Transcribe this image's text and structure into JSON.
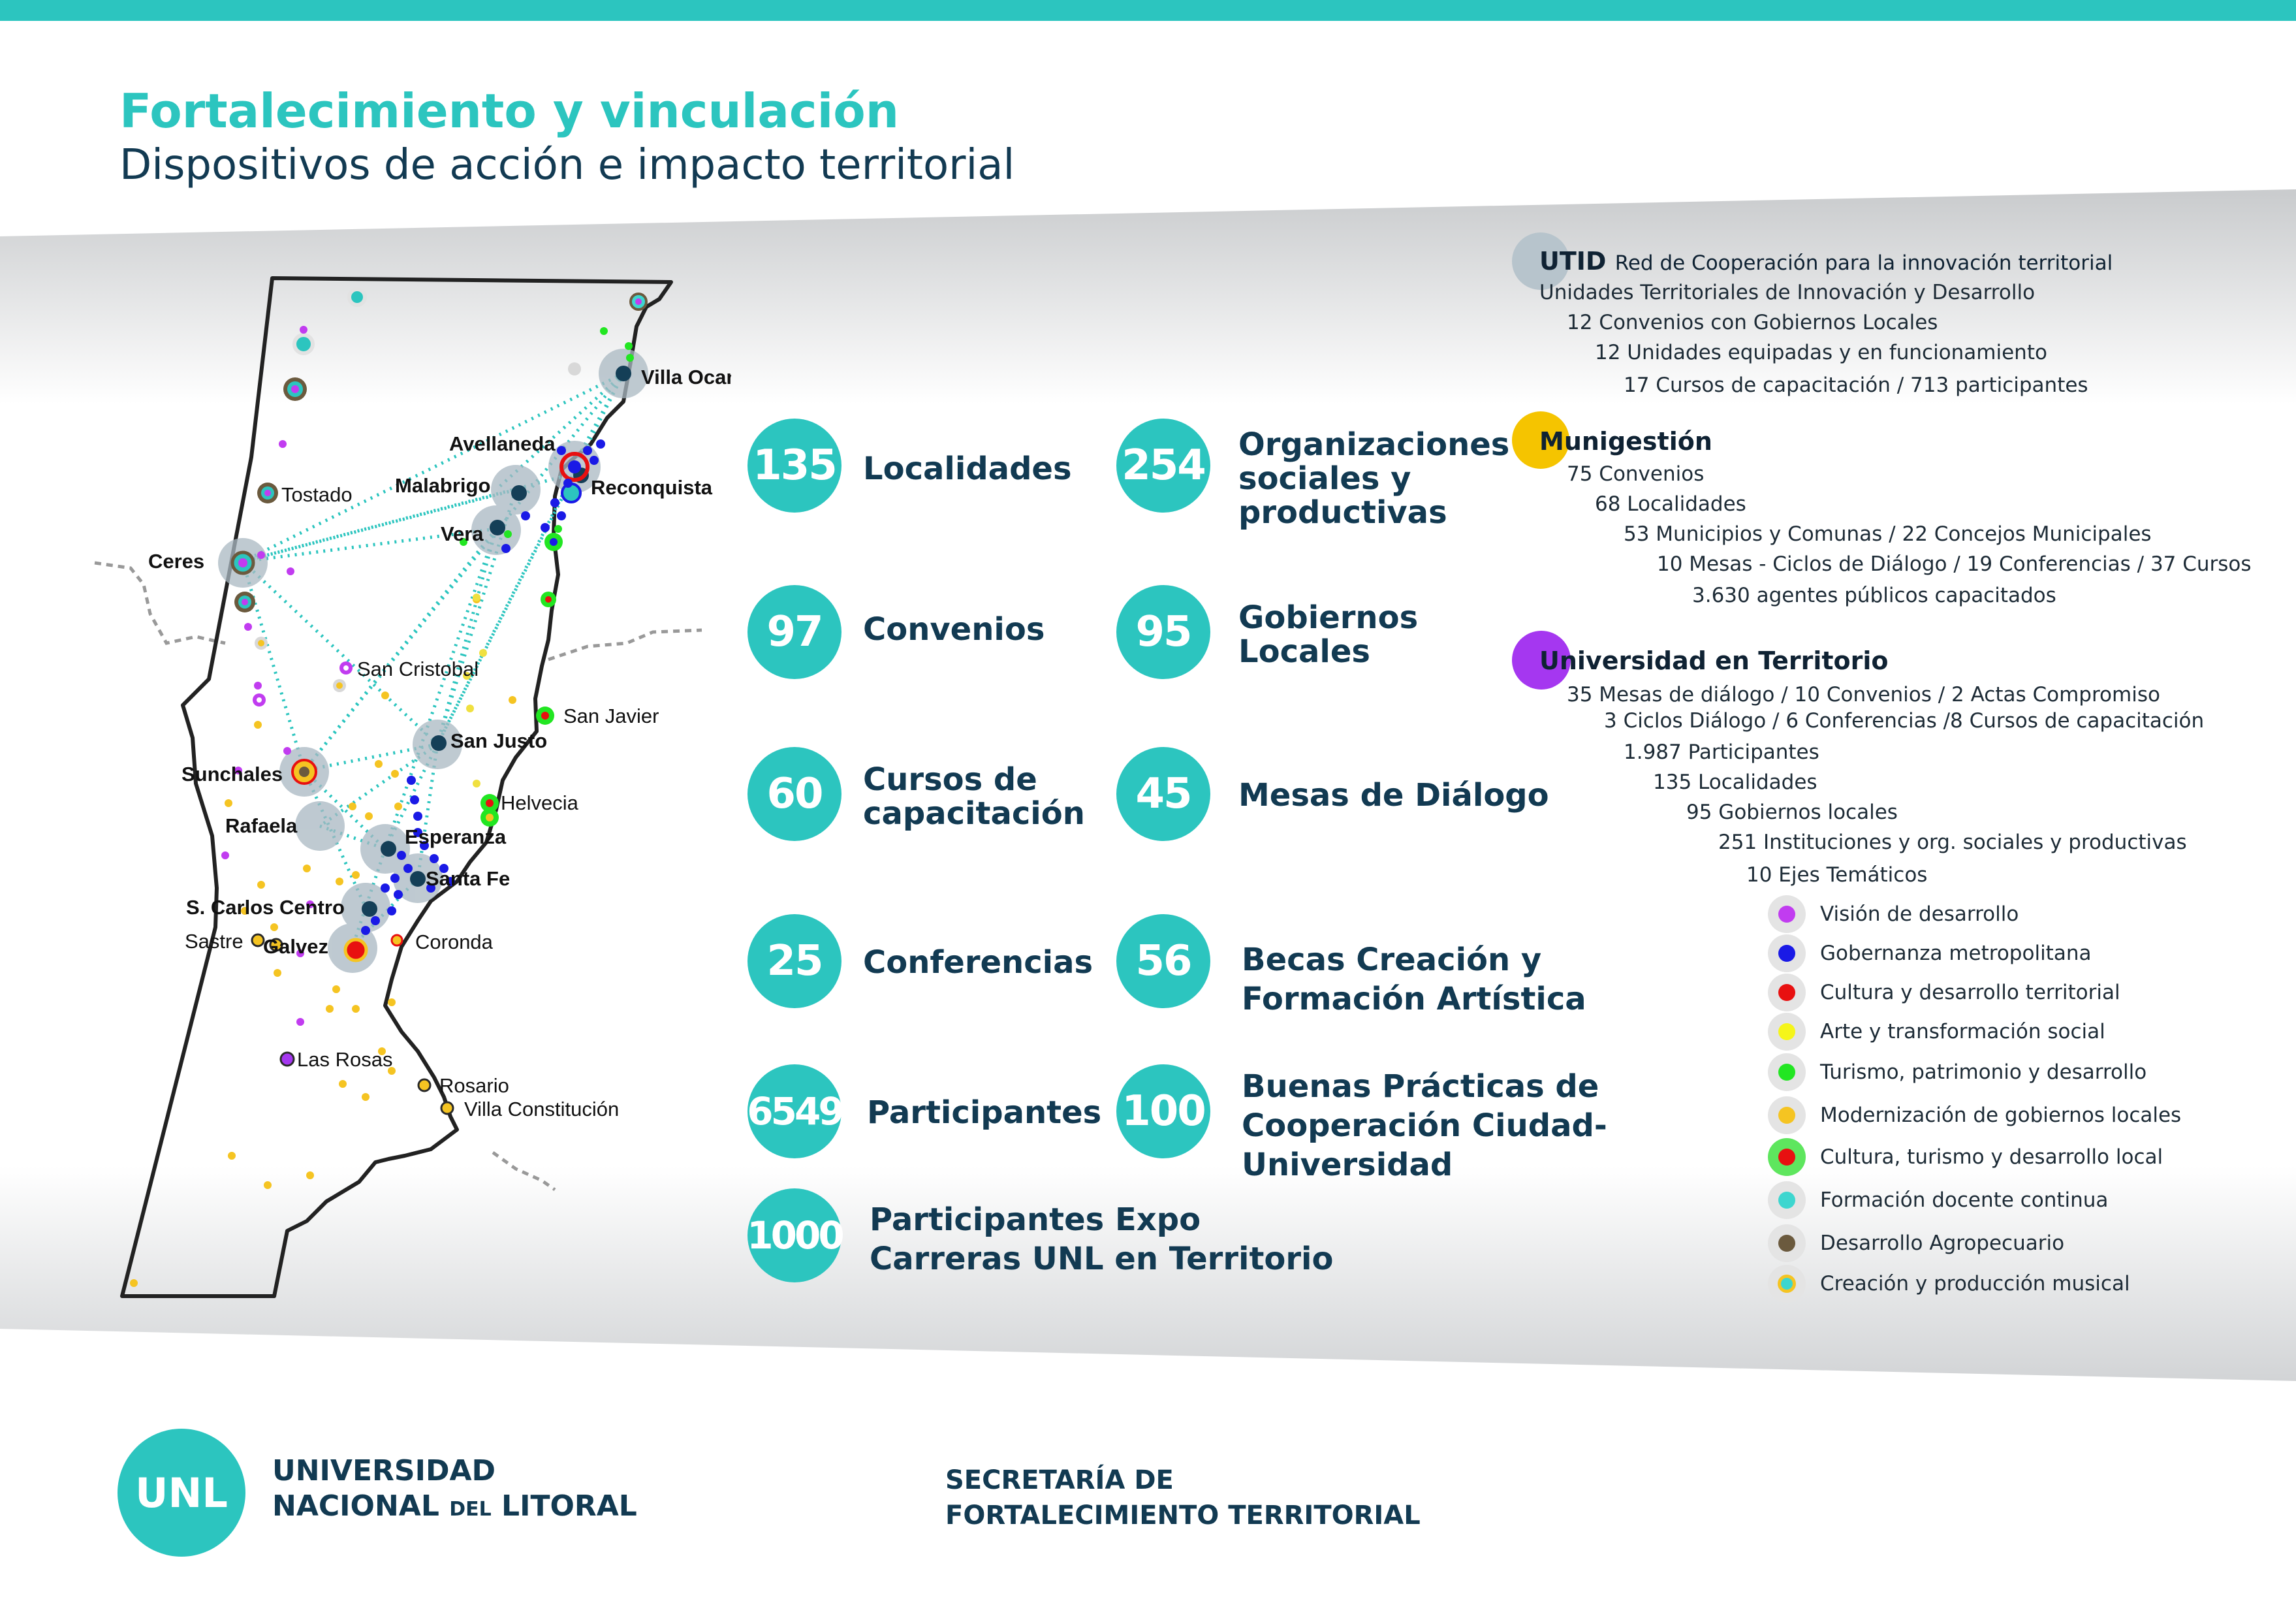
{
  "header": {
    "title": "Fortalecimiento y vinculación",
    "subtitle": "Dispositivos de acción e impacto territorial"
  },
  "colors": {
    "teal": "#2cc5bf",
    "navy": "#123a52",
    "utid_gray": "#b7c4cc",
    "munigestion_yellow": "#f5c400",
    "universidad_purple": "#a537f0"
  },
  "stats": [
    {
      "value": "135",
      "label": "Localidades"
    },
    {
      "value": "254",
      "label": "Organizaciones sociales y productivas"
    },
    {
      "value": "97",
      "label": "Convenios"
    },
    {
      "value": "95",
      "label": "Gobiernos Locales"
    },
    {
      "value": "60",
      "label": "Cursos de capacitación"
    },
    {
      "value": "45",
      "label": "Mesas de Diálogo"
    },
    {
      "value": "25",
      "label": "Conferencias"
    },
    {
      "value": "56",
      "label": "Becas Creación y Formación Artística"
    },
    {
      "value": "6549",
      "label": "Participantes"
    },
    {
      "value": "100",
      "label": "Buenas Prácticas de Cooperación Ciudad-Universidad"
    },
    {
      "value": "1000",
      "label": "Participantes Expo Carreras UNL en Territorio"
    }
  ],
  "utid": {
    "title": "UTID",
    "title_rest": "Red de Cooperación para la innovación territorial",
    "lines": [
      "Unidades Territoriales de Innovación y Desarrollo",
      "12 Convenios con Gobiernos Locales",
      "12 Unidades equipadas y en funcionamiento",
      "17 Cursos de capacitación / 713 participantes"
    ]
  },
  "munigestion": {
    "title": "Munigestión",
    "lines": [
      "75 Convenios",
      "68 Localidades",
      "53 Municipios y Comunas / 22 Concejos Municipales",
      "10 Mesas - Ciclos de Diálogo / 19 Conferencias / 37 Cursos",
      "3.630 agentes públicos capacitados"
    ]
  },
  "universidad": {
    "title": "Universidad en Territorio",
    "lines": [
      "35 Mesas de diálogo / 10 Convenios / 2 Actas Compromiso",
      "3 Ciclos Diálogo / 6  Conferencias /8 Cursos de capacitación",
      "1.987 Participantes",
      "135 Localidades",
      "95 Gobiernos locales",
      "251 Instituciones y org. sociales y productivas",
      "10 Ejes Temáticos"
    ]
  },
  "legend": [
    {
      "label": "Visión de desarrollo",
      "color": "#c13cf0"
    },
    {
      "label": "Gobernanza metropolitana",
      "color": "#1a1ae6"
    },
    {
      "label": "Cultura y desarrollo territorial",
      "color": "#e81010"
    },
    {
      "label": "Arte y transformación social",
      "color": "#f5f51a"
    },
    {
      "label": "Turismo, patrimonio y desarrollo",
      "color": "#22e622"
    },
    {
      "label": "Modernización de gobiernos locales",
      "color": "#f5c422"
    },
    {
      "label": "Cultura, turismo y desarrollo local",
      "color": "#e81010"
    },
    {
      "label": "Formación docente continua",
      "color": "#3dd6cf"
    },
    {
      "label": "Desarrollo Agropecuario",
      "color": "#6b5a3e"
    },
    {
      "label": "Creación y producción musical",
      "color": "#3dd6cf"
    }
  ],
  "map": {
    "hubs": [
      "Villa Ocampo",
      "Avellaneda",
      "Reconquista",
      "Malabrigo",
      "Vera",
      "Ceres",
      "San Justo",
      "Sunchales",
      "Rafaela",
      "Esperanza",
      "Santa Fe",
      "S. Carlos Centro",
      "Galvez"
    ],
    "towns": [
      "Tostado",
      "San Cristobal",
      "San Javier",
      "Helvecia",
      "Coronda",
      "Sastre",
      "Las Rosas",
      "Rosario",
      "Villa Constitución"
    ]
  },
  "footer": {
    "logo": "UNL",
    "university_line1": "UNIVERSIDAD",
    "university_line2_a": "NACIONAL",
    "university_line2_del": "DEL",
    "university_line2_b": "LITORAL",
    "secretaria_line1": "SECRETARÍA DE",
    "secretaria_line2": "FORTALECIMIENTO TERRITORIAL"
  }
}
